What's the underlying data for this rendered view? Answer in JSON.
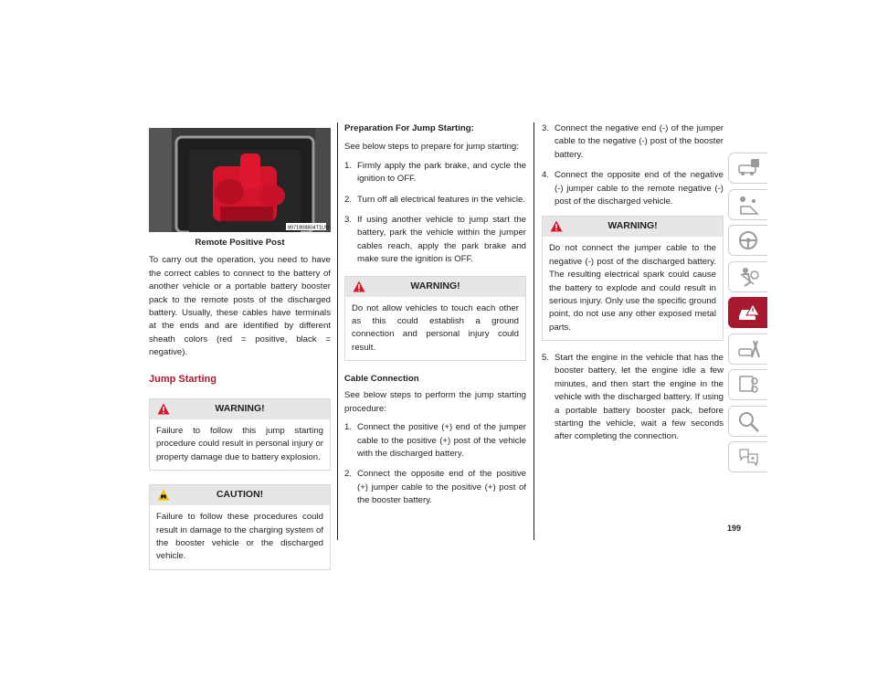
{
  "page_number": "199",
  "col1": {
    "photo_code": "8971808804T1US",
    "caption": "Remote Positive Post",
    "intro": "To carry out the operation, you need to have the correct cables to connect to the battery of another vehicle or a portable battery booster pack to the remote posts of the discharged battery. Usually, these cables have terminals at the ends and are identified by different sheath colors (red = positive, black = negative).",
    "section_title": "Jump Starting",
    "warning": {
      "title": "WARNING!",
      "body": "Failure to follow this jump starting procedure could result in personal injury or property damage due to battery explosion."
    },
    "caution": {
      "title": "CAUTION!",
      "body": "Failure to follow these procedures could result in damage to the charging system of the booster vehicle or the discharged vehicle."
    }
  },
  "col2": {
    "prep_heading": "Preparation For Jump Starting:",
    "prep_intro": "See below steps to prepare for jump starting:",
    "prep_steps": [
      {
        "num": "1.",
        "text": "Firmly apply the park brake, and cycle the ignition to OFF."
      },
      {
        "num": "2.",
        "text": "Turn off all electrical features in the vehicle."
      },
      {
        "num": "3.",
        "text": "If using another vehicle to jump start the battery, park the vehicle within the jumper cables reach, apply the park brake and make sure the ignition is OFF."
      }
    ],
    "warning": {
      "title": "WARNING!",
      "body": "Do not allow vehicles to touch each other as this could establish a ground connection and personal injury could result."
    },
    "cable_heading": "Cable Connection",
    "cable_intro": "See below steps to perform the jump starting procedure:",
    "cable_steps": [
      {
        "num": "1.",
        "text": "Connect the positive (+) end of the jumper cable to the positive (+) post of the vehicle with the discharged battery."
      },
      {
        "num": "2.",
        "text": "Connect the opposite end of the positive (+) jumper cable to the positive (+) post of the booster battery."
      }
    ]
  },
  "col3": {
    "steps_a": [
      {
        "num": "3.",
        "text": "Connect the negative end (-) of the jumper cable to the negative (-) post of the booster battery."
      },
      {
        "num": "4.",
        "text": "Connect the opposite end of the negative (-) jumper cable to the remote negative (-) post of the discharged vehicle."
      }
    ],
    "warning": {
      "title": "WARNING!",
      "body": "Do not connect the jumper cable to the negative (-) post of the discharged battery. The resulting electrical spark could cause the battery to explode and could result in serious injury. Only use the specific ground point, do not use any other exposed metal parts."
    },
    "steps_b": [
      {
        "num": "5.",
        "text": "Start the engine in the vehicle that has the booster battery, let the engine idle a few minutes, and then start the engine in the vehicle with the discharged battery. If using a portable battery booster pack, before starting the vehicle, wait a few seconds after completing the connection."
      }
    ]
  },
  "side_tabs": [
    {
      "icon": "vehicle-info-icon"
    },
    {
      "icon": "dashboard-lights-icon"
    },
    {
      "icon": "steering-wheel-icon"
    },
    {
      "icon": "airbag-safety-icon"
    },
    {
      "icon": "emergency-car-icon",
      "active": true
    },
    {
      "icon": "service-tools-icon"
    },
    {
      "icon": "specifications-icon"
    },
    {
      "icon": "search-index-icon"
    },
    {
      "icon": "language-icon"
    }
  ],
  "colors": {
    "accent": "#a6192e",
    "warning_yellow": "#f2c200",
    "box_header": "#e6e6e6"
  }
}
